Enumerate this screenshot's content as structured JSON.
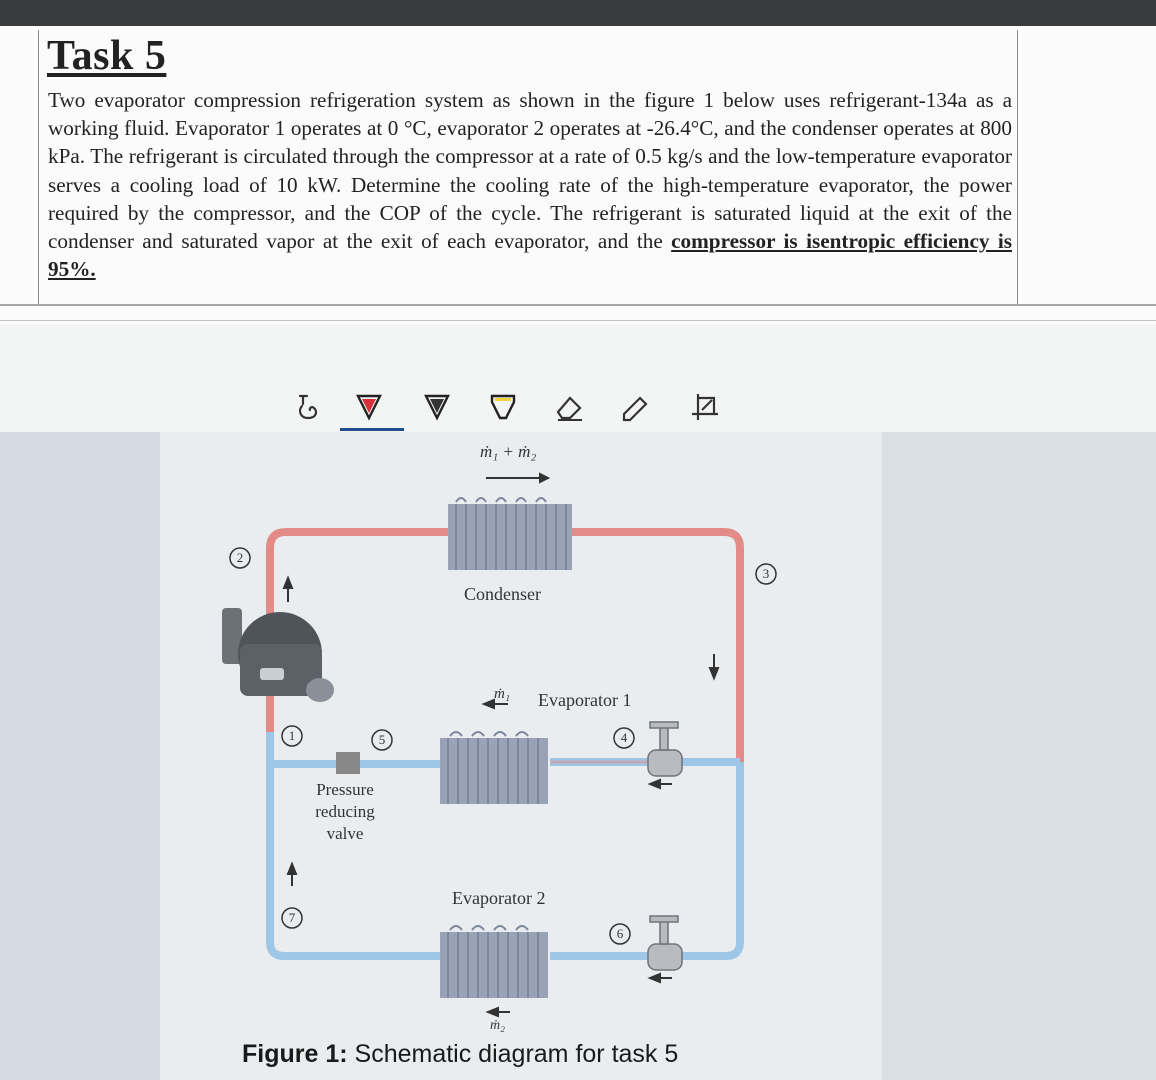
{
  "task": {
    "title": "Task 5",
    "body": "Two evaporator compression refrigeration system as shown in the figure 1 below uses refrigerant-134a as a working fluid. Evaporator 1 operates at 0 °C, evaporator 2 operates at -26.4°C, and the condenser operates at 800 kPa. The refrigerant is circulated through the compressor at a rate of 0.5 kg/s and the low-temperature evaporator serves a cooling load of 10 kW. Determine the cooling rate of the high-temperature evaporator, the power required by the compressor, and the COP of the cycle. The refrigerant is saturated liquid at the exit of the condenser and saturated vapor at the exit of each evaporator, and the ",
    "emphasis": "compressor is isentropic efficiency is 95%."
  },
  "toolbar": {
    "tools": [
      {
        "name": "touch-write-icon"
      },
      {
        "name": "pen-red-icon",
        "color": "#d6313a"
      },
      {
        "name": "pen-black-icon",
        "color": "#222222"
      },
      {
        "name": "highlighter-yellow-icon",
        "color": "#f2d23c"
      },
      {
        "name": "eraser-icon"
      },
      {
        "name": "ruler-pencil-icon"
      },
      {
        "name": "lasso-select-icon"
      }
    ],
    "selected": "pen-red-icon"
  },
  "figure": {
    "labels": {
      "flow_total": "ṁ₁ + ṁ₂",
      "condenser": "Condenser",
      "flow_1": "ṁ₁",
      "evaporator_1": "Evaporator 1",
      "pressure": "Pressure",
      "reducing": "reducing",
      "valve": "valve",
      "evaporator_2": "Evaporator 2",
      "flow_2": "ṁ₂"
    },
    "states": [
      "1",
      "2",
      "3",
      "4",
      "5",
      "6",
      "7"
    ],
    "colors": {
      "hot_line": "#e38b86",
      "cold_line": "#9ec6e6",
      "coil": "#9aa3b6"
    }
  },
  "caption": {
    "prefix": "Figure 1:",
    "text": " Schematic diagram for task 5"
  }
}
